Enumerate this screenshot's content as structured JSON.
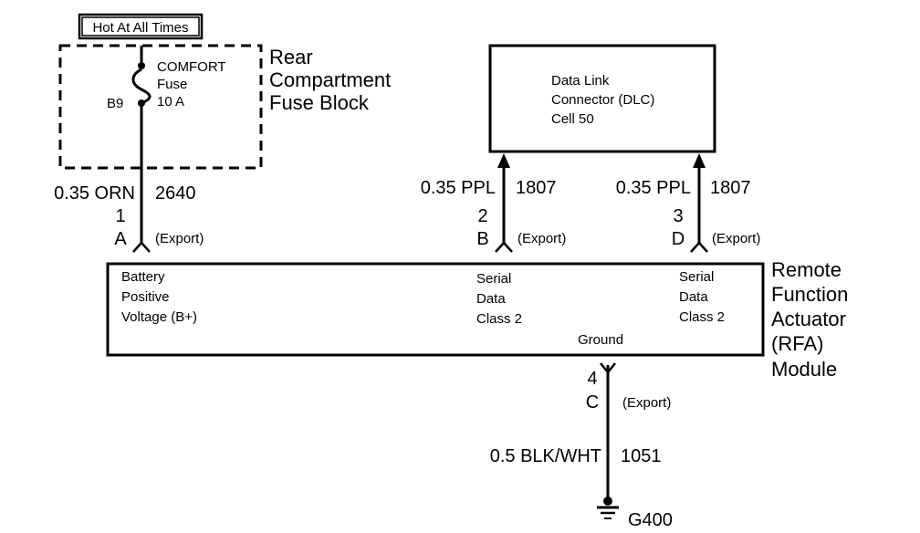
{
  "hot_label": "Hot At All Times",
  "fuse_block": {
    "title_lines": [
      "Rear",
      "Compartment",
      "Fuse Block"
    ],
    "fuse_lines": [
      "COMFORT",
      "Fuse",
      "10 A"
    ],
    "fuse_pin": "B9"
  },
  "dlc": {
    "lines": [
      "Data Link",
      "Connector (DLC)",
      "Cell 50"
    ]
  },
  "module": {
    "title_lines": [
      "Remote",
      "Function",
      "Actuator",
      "(RFA)",
      "Module"
    ],
    "battery_lines": [
      "Battery",
      "Positive",
      "Voltage (B+)"
    ],
    "serial1_lines": [
      "Serial",
      "Data",
      "Class 2"
    ],
    "serial2_lines": [
      "Serial",
      "Data",
      "Class 2"
    ],
    "ground_label": "Ground"
  },
  "circuits": [
    {
      "wire": "0.35 ORN",
      "circuit": "2640",
      "pin_num": "1",
      "pin_letter": "A",
      "export": "(Export)"
    },
    {
      "wire": "0.35 PPL",
      "circuit": "1807",
      "pin_num": "2",
      "pin_letter": "B",
      "export": "(Export)"
    },
    {
      "wire": "0.35 PPL",
      "circuit": "1807",
      "pin_num": "3",
      "pin_letter": "D",
      "export": "(Export)"
    },
    {
      "wire": "0.5 BLK/WHT",
      "circuit": "1051",
      "pin_num": "4",
      "pin_letter": "C",
      "export": "(Export)"
    }
  ],
  "ground_id": "G400"
}
